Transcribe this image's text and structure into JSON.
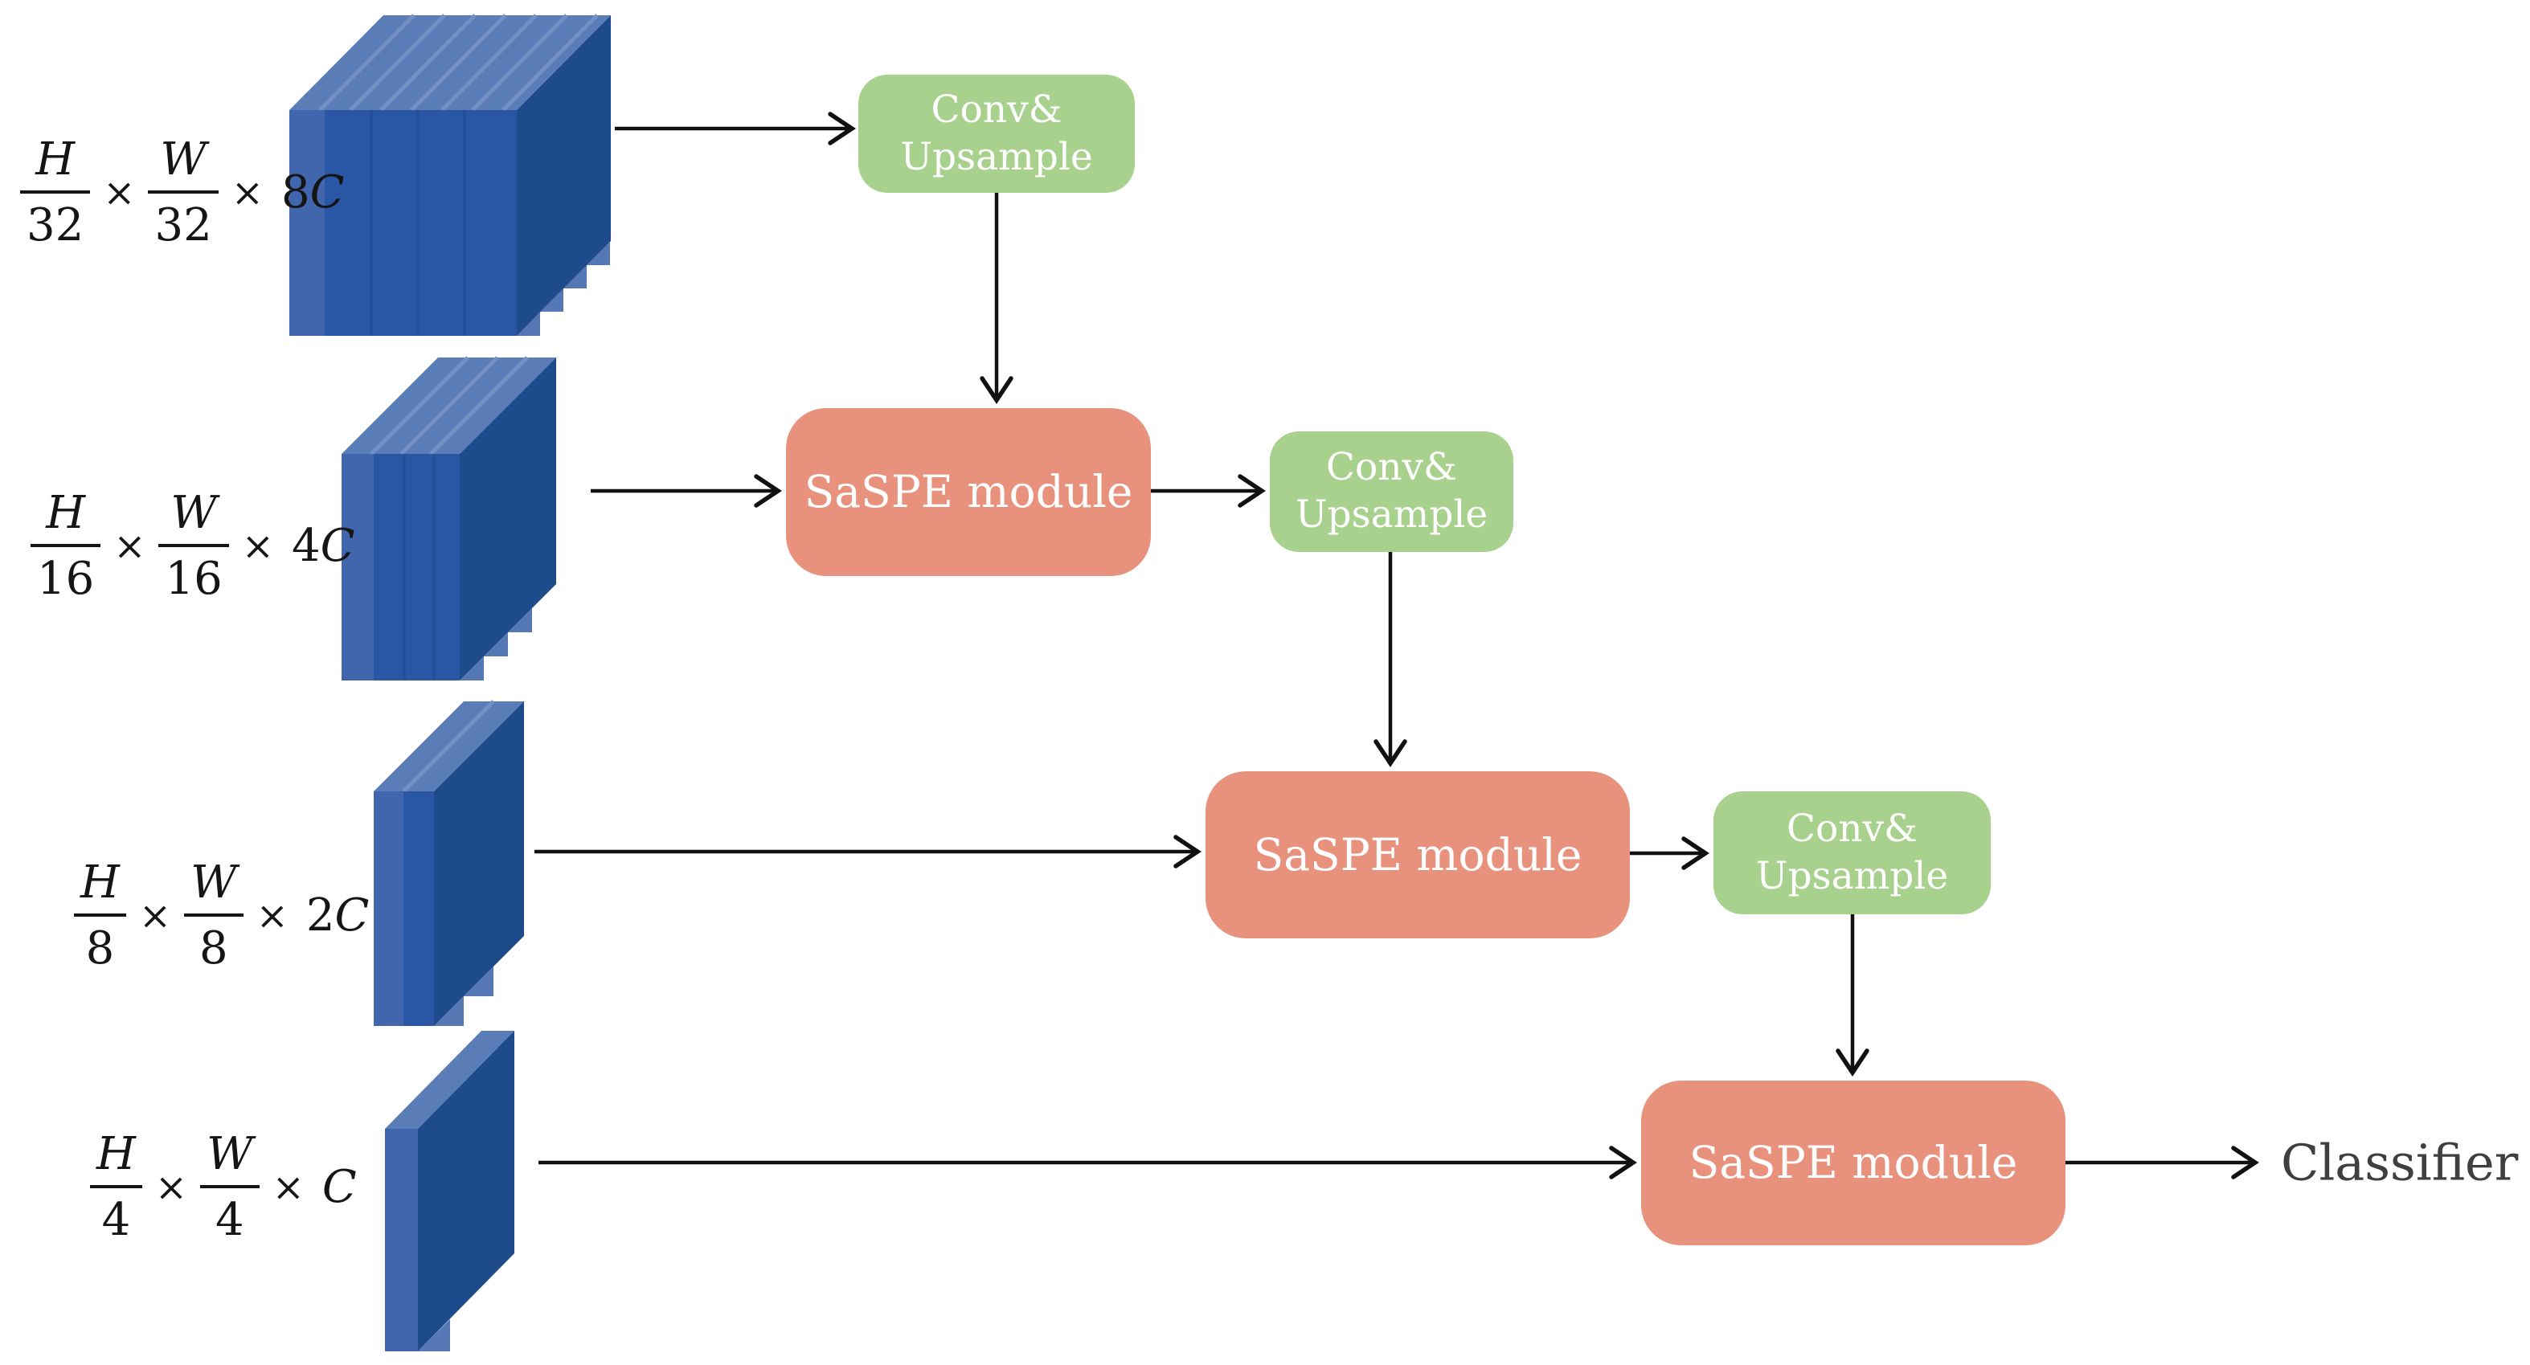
{
  "figure": {
    "type": "architecture-diagram",
    "description_visible_text_only": true
  },
  "boxes": {
    "conv_line1": "Conv&",
    "conv_line2": "Upsample",
    "saspe": "SaSPE module",
    "classifier": "Classifier"
  },
  "times": "×",
  "labels": [
    {
      "num1": "H",
      "den1": "32",
      "num2": "W",
      "den2": "32",
      "mult": "8",
      "cvar": "C"
    },
    {
      "num1": "H",
      "den1": "16",
      "num2": "W",
      "den2": "16",
      "mult": "4",
      "cvar": "C"
    },
    {
      "num1": "H",
      "den1": "8",
      "num2": "W",
      "den2": "8",
      "mult": "2",
      "cvar": "C"
    },
    {
      "num1": "H",
      "den1": "4",
      "num2": "W",
      "den2": "4",
      "mult": "",
      "cvar": "C"
    }
  ],
  "blocks": [
    {
      "name": "feature-map-1",
      "visible_slabs": 8
    },
    {
      "name": "feature-map-2",
      "visible_slabs": 4
    },
    {
      "name": "feature-map-3",
      "visible_slabs": 2
    },
    {
      "name": "feature-map-4",
      "visible_slabs": 1
    }
  ],
  "colors": {
    "module_green": "#A9D18E",
    "module_salmon": "#E8927E",
    "block_blue_front": "#2A57A5",
    "block_blue_front_light": "#4166AD",
    "block_blue_top": "#5A7DB8",
    "block_blue_top_stripe": "#7390C5",
    "block_blue_side": "#1E4B8C",
    "arrow": "#111111",
    "classifier_text": "#3F3F3F"
  }
}
